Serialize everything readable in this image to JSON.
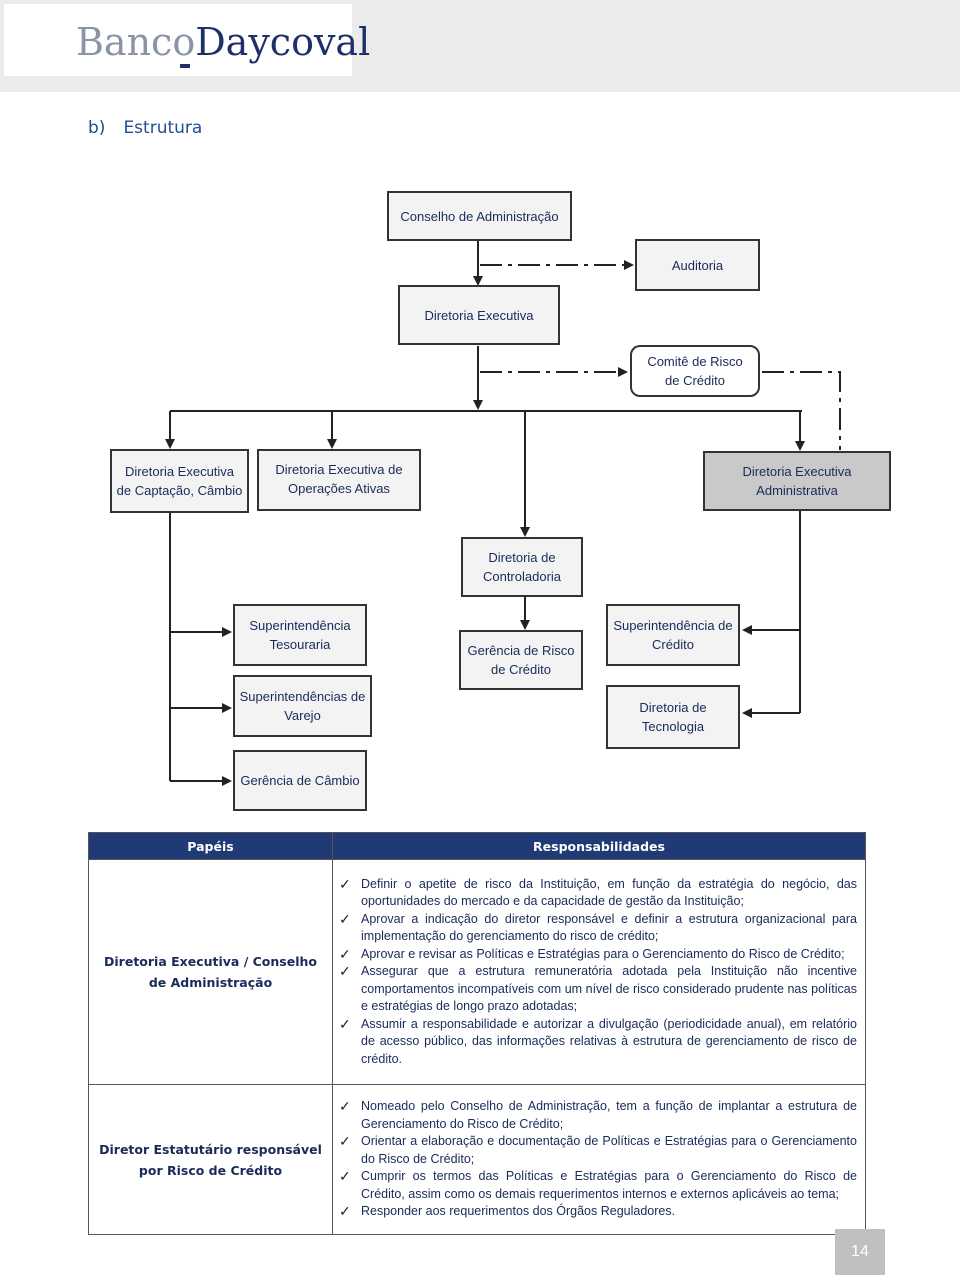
{
  "header": {
    "logo_part1": "Banco",
    "logo_part2": "Daycoval"
  },
  "section": {
    "letter": "b)",
    "title": "Estrutura"
  },
  "org_chart": {
    "conselho": "Conselho de Administração",
    "auditoria": "Auditoria",
    "diretoria_executiva": "Diretoria Executiva",
    "comite_risco": "Comitê de Risco de Crédito",
    "dir_captacao": "Diretoria Executiva de Captação, Câmbio",
    "dir_operacoes": "Diretoria Executiva de Operações Ativas",
    "dir_administrativa": "Diretoria Executiva Administrativa",
    "dir_controladoria": "Diretoria de Controladoria",
    "sup_tesouraria": "Superintendência Tesouraria",
    "ger_risco": "Gerência de Risco de Crédito",
    "sup_credito": "Superintendência de Crédito",
    "sup_varejo": "Superintendências de  Varejo",
    "dir_tecnologia": "Diretoria de Tecnologia",
    "ger_cambio": "Gerência de Câmbio"
  },
  "table": {
    "header_roles": "Papéis",
    "header_resp": "Responsabilidades",
    "rows": [
      {
        "role": "Diretoria Executiva / Conselho de Administração",
        "items": [
          "Definir o apetite de risco da Instituição, em função da estratégia do negócio, das oportunidades do mercado e da capacidade de gestão da Instituição;",
          "Aprovar a indicação do diretor responsável e definir a estrutura organizacional para implementação do gerenciamento do risco de crédito;",
          "Aprovar e revisar as Políticas e Estratégias para o Gerenciamento do Risco de Crédito;",
          "Assegurar que a estrutura remuneratória adotada pela Instituição não incentive comportamentos incompatíveis  com um nível de risco considerado prudente nas políticas e estratégias de longo prazo adotadas;",
          "Assumir a responsabilidade e autorizar a divulgação (periodicidade anual), em relatório de acesso público, das informações relativas à estrutura de gerenciamento de risco de crédito."
        ]
      },
      {
        "role": "Diretor Estatutário responsável por Risco de Crédito",
        "items": [
          "Nomeado pelo Conselho de Administração, tem a função de implantar a estrutura de Gerenciamento do Risco de Crédito;",
          "Orientar a elaboração e documentação de Políticas e Estratégias para o Gerenciamento do Risco de Crédito;",
          "Cumprir os termos das Políticas e Estratégias para o Gerenciamento do Risco de Crédito, assim como os demais requerimentos internos e externos aplicáveis ao tema;",
          "Responder aos requerimentos dos Órgãos Reguladores."
        ]
      }
    ]
  },
  "page_number": "14"
}
